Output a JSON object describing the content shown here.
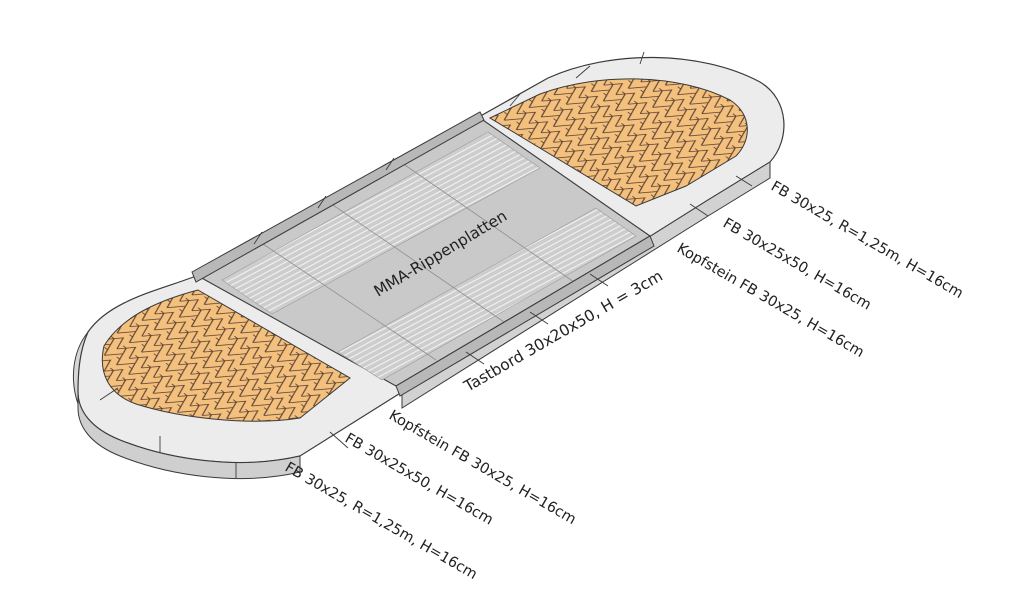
{
  "labels": {
    "center": "MMA-Rippenplatten",
    "tastbord": "Tastbord 30x20x50, H = 3cm",
    "right_curb_radius": "FB 30x25, R=1,25m, H=16cm",
    "right_curb_straight": "FB 30x25x50, H=16cm",
    "right_kopfstein": "Kopfstein FB 30x25, H=16cm",
    "left_kopfstein": "Kopfstein FB 30x25, H=16cm",
    "left_curb_straight": "FB 30x25x50, H=16cm",
    "left_curb_radius": "FB 30x25, R=1,25m, H=16cm"
  },
  "colors": {
    "paving_fill": "#f3c07e",
    "paving_joint": "#5a4030",
    "curb_top": "#eeeeee",
    "curb_face": "#d4d4d4",
    "center_plate": "#c8c8c8",
    "rib": "#e6e6e6",
    "outline": "#3a3a3a"
  }
}
